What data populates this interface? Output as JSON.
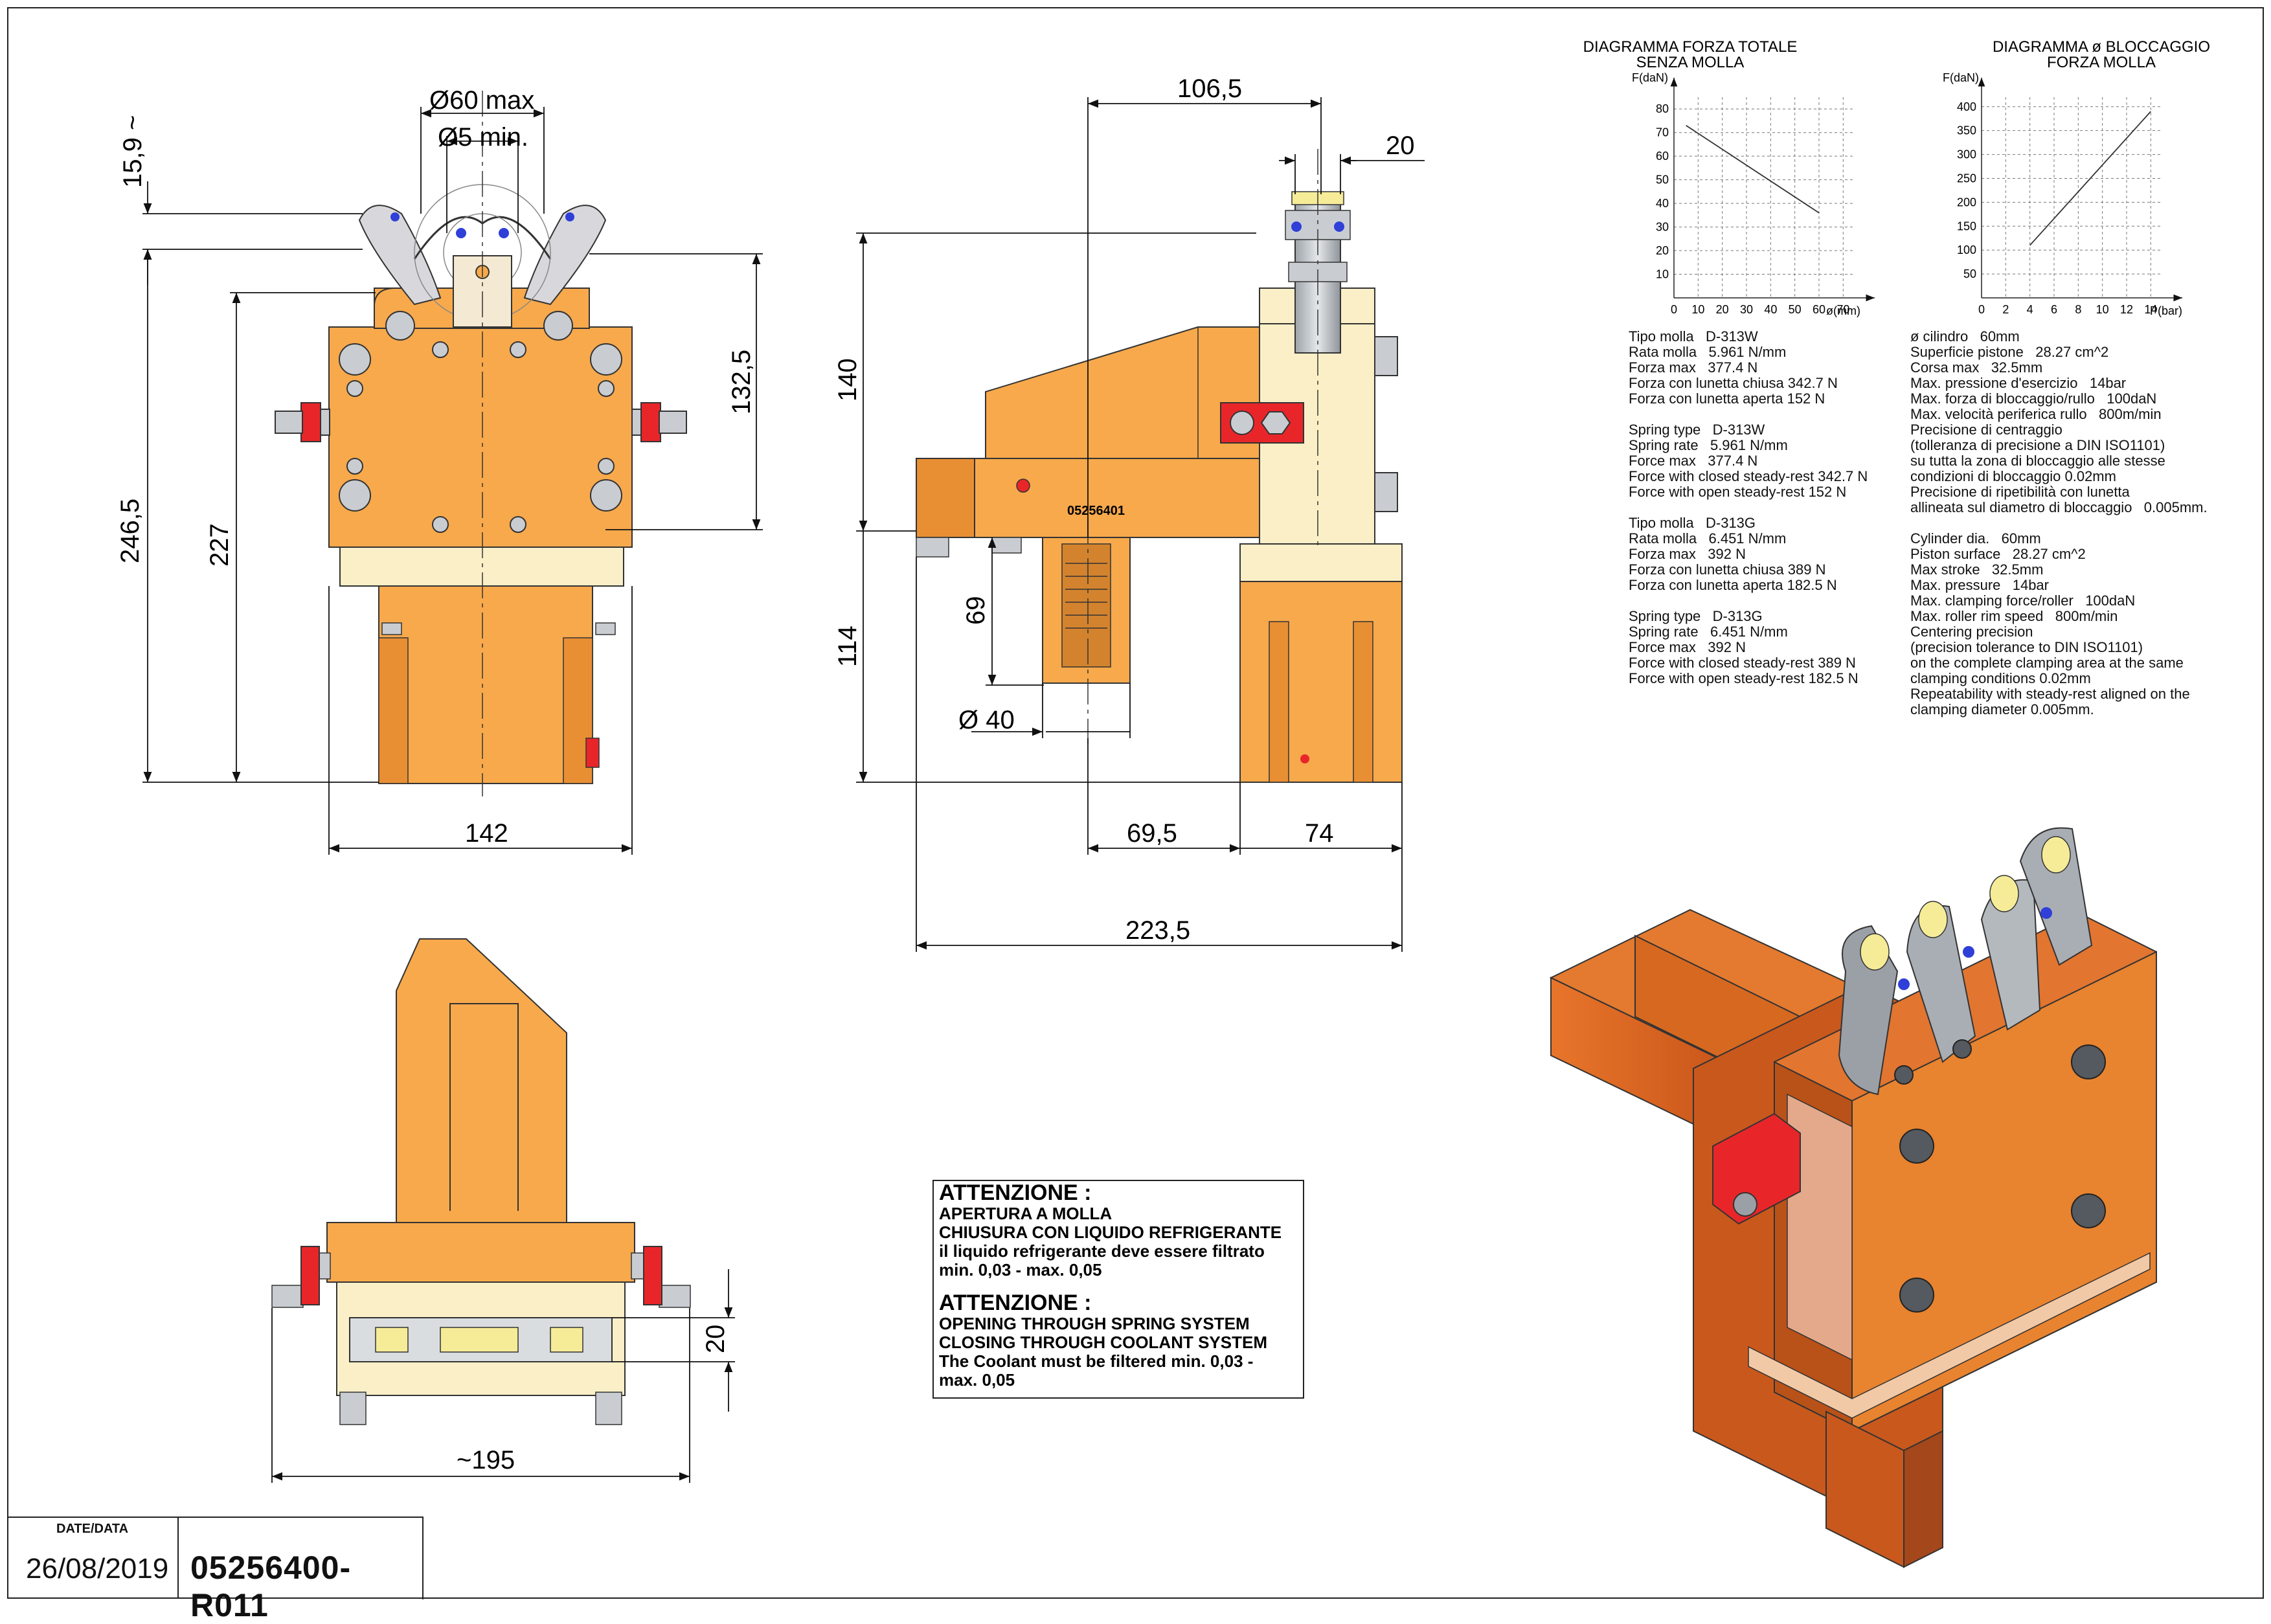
{
  "title_block": {
    "date_label": "DATE/DATA",
    "date": "26/08/2019",
    "code": "05256400-R011"
  },
  "dimensions": {
    "front": {
      "d60": "Ø60 max",
      "d5": "Ø5 min.",
      "top": "15,9 ~",
      "h246": "246,5",
      "h227": "227",
      "h132": "132,5",
      "w142": "142"
    },
    "side": {
      "w106": "106,5",
      "w20": "20",
      "h140": "140",
      "h114": "114",
      "h69": "69",
      "d40": "Ø 40",
      "w69": "69,5",
      "w74": "74",
      "w223": "223,5",
      "part_no": "05256401"
    },
    "bottom": {
      "w195": "~195",
      "h20": "20"
    }
  },
  "chart_data": [
    {
      "type": "line",
      "title": "DIAGRAMMA FORZA TOTALE SENZA MOLLA",
      "ylabel": "F(daN)",
      "xlabel": "ø(mm)",
      "x_ticks": [
        0,
        10,
        20,
        30,
        40,
        50,
        60,
        70
      ],
      "y_ticks": [
        10,
        20,
        30,
        40,
        50,
        60,
        70,
        80
      ],
      "xlim": [
        0,
        75
      ],
      "ylim": [
        0,
        85
      ],
      "x": [
        5,
        60
      ],
      "y": [
        73,
        36
      ]
    },
    {
      "type": "line",
      "title": "DIAGRAMMA ø BLOCCAGGIO FORZA MOLLA",
      "ylabel": "F(daN)",
      "xlabel": "P(bar)",
      "x_ticks": [
        0,
        2,
        4,
        6,
        8,
        10,
        12,
        14
      ],
      "y_ticks": [
        50,
        100,
        150,
        200,
        250,
        300,
        350,
        400
      ],
      "xlim": [
        0,
        15
      ],
      "ylim": [
        0,
        420
      ],
      "x": [
        4,
        14
      ],
      "y": [
        110,
        390
      ]
    }
  ],
  "specs_left": [
    {
      "lines": [
        "Tipo molla   D-313W",
        "Rata molla   5.961 N/mm",
        "Forza max   377.4 N",
        "Forza con lunetta chiusa 342.7 N",
        "Forza con lunetta aperta 152 N"
      ]
    },
    {
      "lines": [
        "Spring type   D-313W",
        "Spring rate   5.961 N/mm",
        "Force max   377.4 N",
        "Force with closed steady-rest 342.7 N",
        "Force with open steady-rest 152 N"
      ]
    },
    {
      "lines": [
        "Tipo molla   D-313G",
        "Rata molla   6.451 N/mm",
        "Forza max   392 N",
        "Forza con lunetta chiusa 389 N",
        "Forza con lunetta aperta 182.5 N"
      ]
    },
    {
      "lines": [
        "Spring type   D-313G",
        "Spring rate   6.451 N/mm",
        "Force max   392 N",
        "Force with closed steady-rest 389 N",
        "Force with open steady-rest 182.5 N"
      ]
    }
  ],
  "specs_right": [
    {
      "lines": [
        "ø cilindro   60mm",
        "Superficie pistone   28.27 cm^2",
        "Corsa max   32.5mm",
        "Max. pressione d'esercizio   14bar",
        "Max. forza di bloccaggio/rullo   100daN",
        "Max. velocità periferica rullo   800m/min",
        "Precisione di centraggio",
        "(tolleranza di precisione a DIN ISO1101)",
        "su tutta la zona di bloccaggio alle stesse",
        "condizioni di bloccaggio 0.02mm",
        "Precisione di ripetibilità con lunetta",
        "allineata sul diametro di bloccaggio   0.005mm."
      ]
    },
    {
      "lines": [
        "Cylinder dia.   60mm",
        "Piston surface   28.27 cm^2",
        "Max stroke   32.5mm",
        "Max. pressure   14bar",
        "Max. clamping force/roller   100daN",
        "Max. roller rim speed   800m/min",
        "Centering precision",
        "(precision tolerance to DIN ISO1101)",
        "on the complete clamping area at the same",
        "clamping conditions 0.02mm",
        "Repeatability with steady-rest aligned on the",
        "clamping diameter 0.005mm."
      ]
    }
  ],
  "note": {
    "it_title": "ATTENZIONE :",
    "it_lines": [
      "APERTURA A MOLLA",
      "CHIUSURA CON LIQUIDO REFRIGERANTE",
      "il liquido refrigerante deve essere filtrato",
      "min. 0,03 - max. 0,05"
    ],
    "en_title": "ATTENZIONE :",
    "en_lines": [
      "OPENING THROUGH SPRING SYSTEM",
      "CLOSING THROUGH COOLANT SYSTEM",
      "The Coolant must be filtered min. 0,03 -",
      "max. 0,05"
    ]
  },
  "colors": {
    "orange": "#F7A94C",
    "cream": "#FBEFC8",
    "iso_orange": "#D9661E",
    "red": "#E8262A",
    "steel": "#C9CDD2"
  }
}
